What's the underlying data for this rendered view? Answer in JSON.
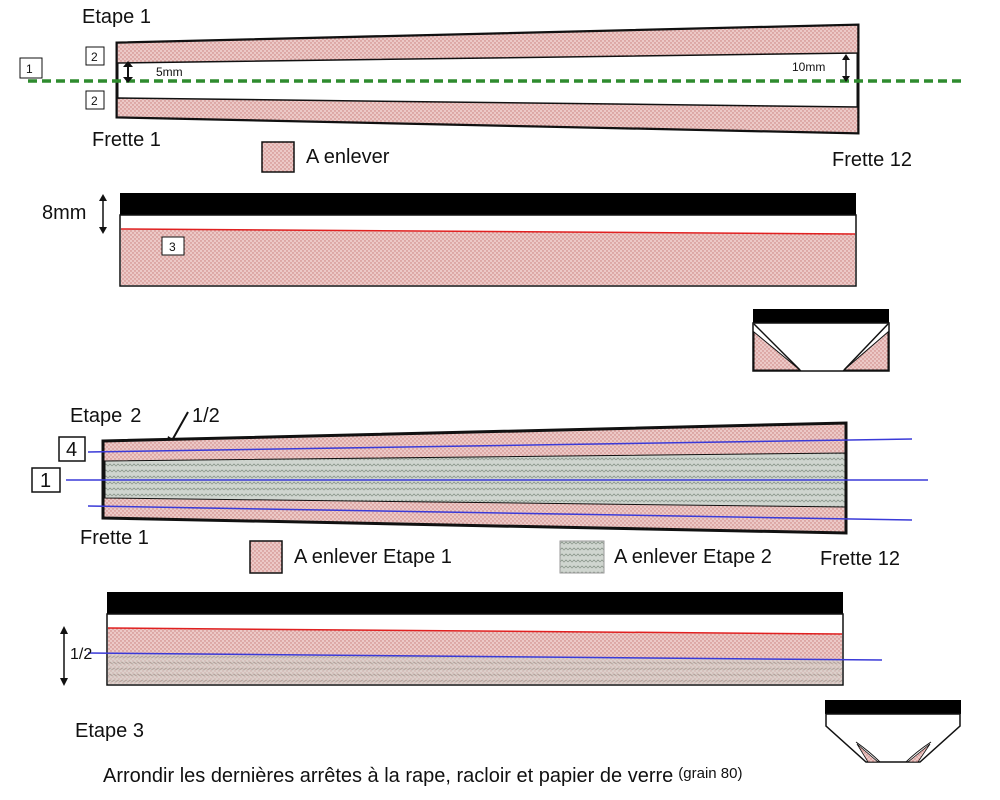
{
  "stage1": {
    "title": "Etape 1",
    "left_label": "Frette 1",
    "right_label": "Frette 12",
    "box1": "1",
    "box2_top": "2",
    "box2_bottom": "2",
    "dim_left": "5mm",
    "dim_right": "10mm",
    "legend": "A enlever",
    "side_dim": "8mm",
    "box3": "3"
  },
  "stage2": {
    "title": "Etape",
    "title_num": "2",
    "half": "1/2",
    "box4": "4",
    "box1": "1",
    "left_label": "Frette 1",
    "right_label": "Frette 12",
    "legend1": "A enlever  Etape 1",
    "legend2": "A enlever Etape 2",
    "side_dim": "1/2"
  },
  "stage3": {
    "title": "Etape 3",
    "instruction": "Arrondir les dernières arrêtes à la rape, racloir et papier de verre",
    "grain": "(grain 80)"
  },
  "colors": {
    "remove_step1": "#e7c3c1",
    "remove_step2": "#c9d0c9",
    "centerline": "#2e8b2e",
    "guide_blue": "#3a3ad8",
    "guide_red": "#e02020"
  }
}
